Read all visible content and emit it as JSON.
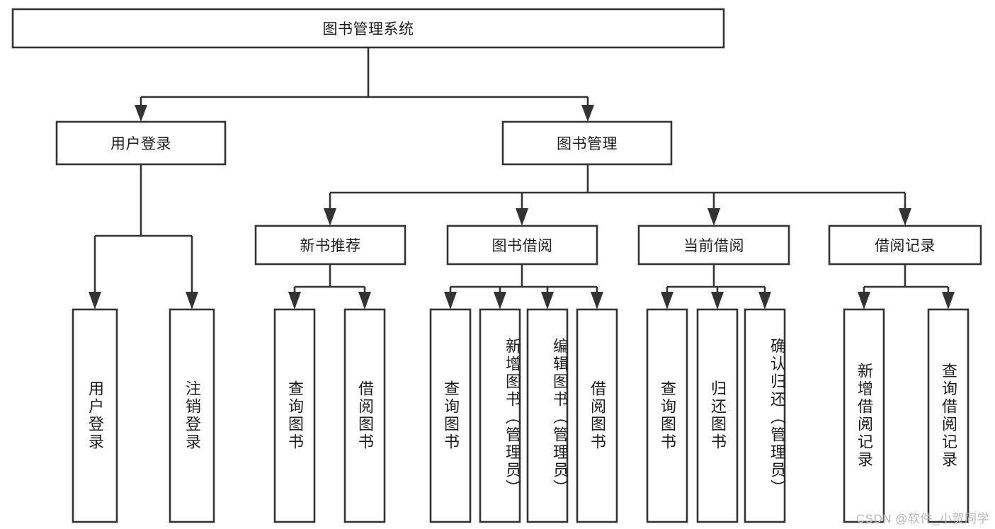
{
  "diagram": {
    "type": "tree",
    "title": "图书管理系统",
    "watermark": "CSDN @软件_小贺同学",
    "root": {
      "id": "root",
      "label": "图书管理系统",
      "orientation": "horizontal"
    },
    "level2": [
      {
        "id": "user-login",
        "label": "用户登录",
        "orientation": "horizontal"
      },
      {
        "id": "book-manage",
        "label": "图书管理",
        "orientation": "horizontal"
      }
    ],
    "level3": [
      {
        "id": "new-book-rec",
        "label": "新书推荐",
        "orientation": "horizontal",
        "parent": "book-manage"
      },
      {
        "id": "book-borrow",
        "label": "图书借阅",
        "orientation": "horizontal",
        "parent": "book-manage"
      },
      {
        "id": "current-borrow",
        "label": "当前借阅",
        "orientation": "horizontal",
        "parent": "book-manage"
      },
      {
        "id": "borrow-record",
        "label": "借阅记录",
        "orientation": "horizontal",
        "parent": "book-manage"
      }
    ],
    "leaves": [
      {
        "id": "leaf-user-login",
        "label": "用户登录",
        "parent": "user-login",
        "orientation": "vertical"
      },
      {
        "id": "leaf-user-logout",
        "label": "注销登录",
        "parent": "user-login",
        "orientation": "vertical"
      },
      {
        "id": "leaf-query-book-1",
        "label": "查询图书",
        "parent": "new-book-rec",
        "orientation": "vertical"
      },
      {
        "id": "leaf-borrow-book-1",
        "label": "借阅图书",
        "parent": "new-book-rec",
        "orientation": "vertical"
      },
      {
        "id": "leaf-query-book-2",
        "label": "查询图书",
        "parent": "book-borrow",
        "orientation": "vertical"
      },
      {
        "id": "leaf-add-book",
        "label": "新增图书（管理员）",
        "parent": "book-borrow",
        "orientation": "vertical"
      },
      {
        "id": "leaf-edit-book",
        "label": "编辑图书（管理员）",
        "parent": "book-borrow",
        "orientation": "vertical"
      },
      {
        "id": "leaf-borrow-book-2",
        "label": "借阅图书",
        "parent": "book-borrow",
        "orientation": "vertical"
      },
      {
        "id": "leaf-query-book-3",
        "label": "查询图书",
        "parent": "current-borrow",
        "orientation": "vertical"
      },
      {
        "id": "leaf-return-book",
        "label": "归还图书",
        "parent": "current-borrow",
        "orientation": "vertical"
      },
      {
        "id": "leaf-confirm-return",
        "label": "确认归还（管理员）",
        "parent": "current-borrow",
        "orientation": "vertical"
      },
      {
        "id": "leaf-add-record",
        "label": "新增借阅记录",
        "parent": "borrow-record",
        "orientation": "vertical"
      },
      {
        "id": "leaf-query-record",
        "label": "查询借阅记录",
        "parent": "borrow-record",
        "orientation": "vertical"
      }
    ],
    "colors": {
      "box_stroke": "#333333",
      "box_fill": "#ffffff",
      "text": "#1c1c1c",
      "connector": "#333333",
      "watermark": "#b8b8b8",
      "background": "#ffffff"
    }
  }
}
